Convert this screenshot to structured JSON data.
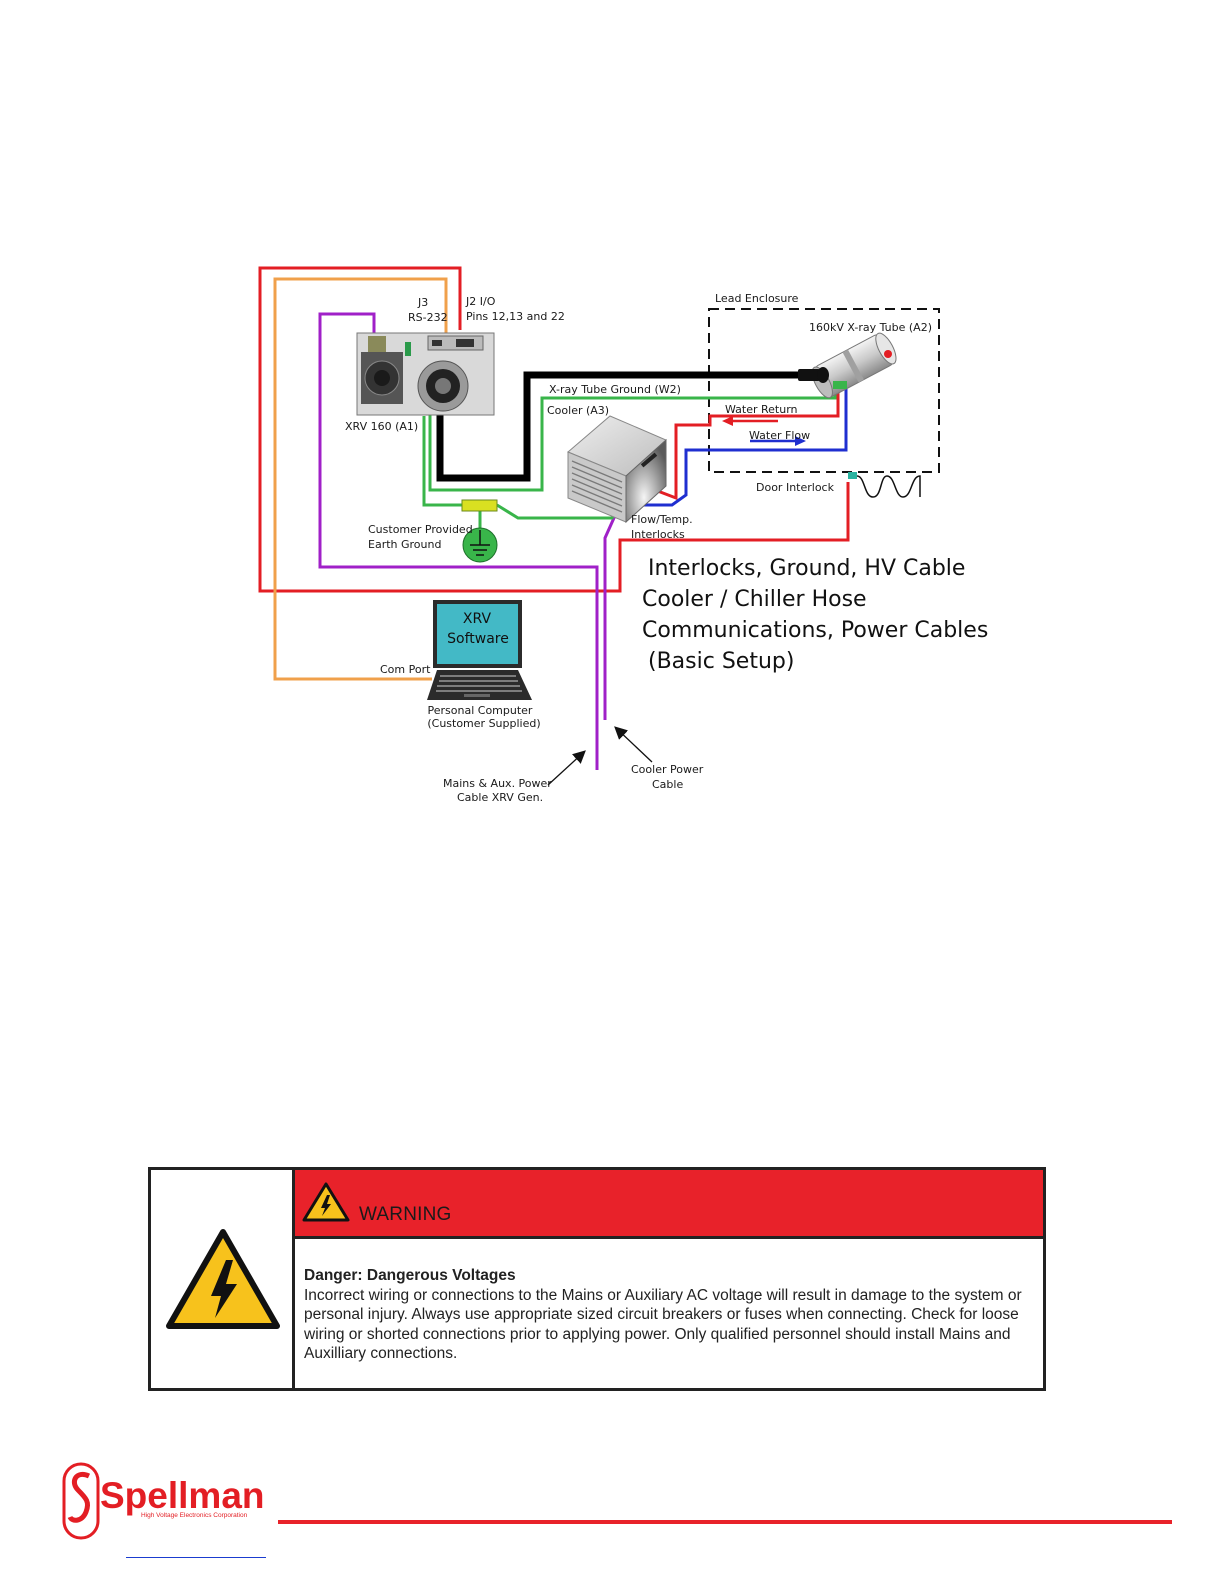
{
  "diagram": {
    "labels": {
      "j3": "J3",
      "rs232": "RS-232",
      "j2io": "J2 I/O",
      "pins": "Pins 12,13 and 22",
      "lead_enclosure": "Lead Enclosure",
      "xray_tube": "160kV X-ray Tube (A2)",
      "xray_ground": "X-ray Tube Ground (W2)",
      "cooler": "Cooler (A3)",
      "xrv160": "XRV 160 (A1)",
      "water_return": "Water  Return",
      "water_flow": "Water Flow",
      "door_interlock": "Door Interlock",
      "flow_temp": "Flow/Temp.",
      "interlocks": "Interlocks",
      "earth_ground_1": "Customer Provided",
      "earth_ground_2": "Earth Ground",
      "screen_1": "XRV",
      "screen_2": "Software",
      "com_port": "Com Port",
      "pc_1": "Personal Computer",
      "pc_2": "(Customer Supplied)",
      "mains_1": "Mains & Aux. Power",
      "mains_2": "Cable XRV Gen.",
      "cooler_power_1": "Cooler  Power",
      "cooler_power_2": "Cable"
    },
    "caption": {
      "line1": "Interlocks, Ground, HV Cable",
      "line2": "Cooler / Chiller Hose",
      "line3": "Communications, Power Cables",
      "line4": "(Basic Setup)"
    },
    "colors": {
      "red": "#e31e24",
      "orange": "#f0a04b",
      "purple": "#a020c8",
      "green": "#39b54a",
      "blue": "#1f2fd0",
      "black": "#000000"
    }
  },
  "warning": {
    "title": "WARNING",
    "heading": "Danger: Dangerous Voltages",
    "body": "Incorrect wiring or connections to the Mains or Auxiliary AC voltage will result in damage to the system or personal injury. Always use appropriate sized circuit breakers or fuses when connecting. Check for loose wiring or shorted connections prior to applying power. Only qualified personnel should install Mains and Auxilliary connections."
  },
  "footer": {
    "logo_text": "Spellman",
    "logo_tagline": "High Voltage Electronics Corporation"
  }
}
